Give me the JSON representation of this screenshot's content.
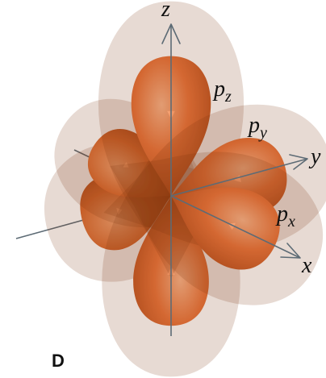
{
  "axes": {
    "z": "z",
    "y": "y",
    "x": "x"
  },
  "orbitals": {
    "pz": {
      "base": "p",
      "sub": "z"
    },
    "py": {
      "base": "p",
      "sub": "y"
    },
    "px": {
      "base": "p",
      "sub": "x"
    }
  },
  "panel_label": "D",
  "colors": {
    "lobe_light": "#f7a778",
    "lobe_mid": "#e8743b",
    "lobe_dark": "#b44e1d",
    "axis": "#5d6b75"
  }
}
